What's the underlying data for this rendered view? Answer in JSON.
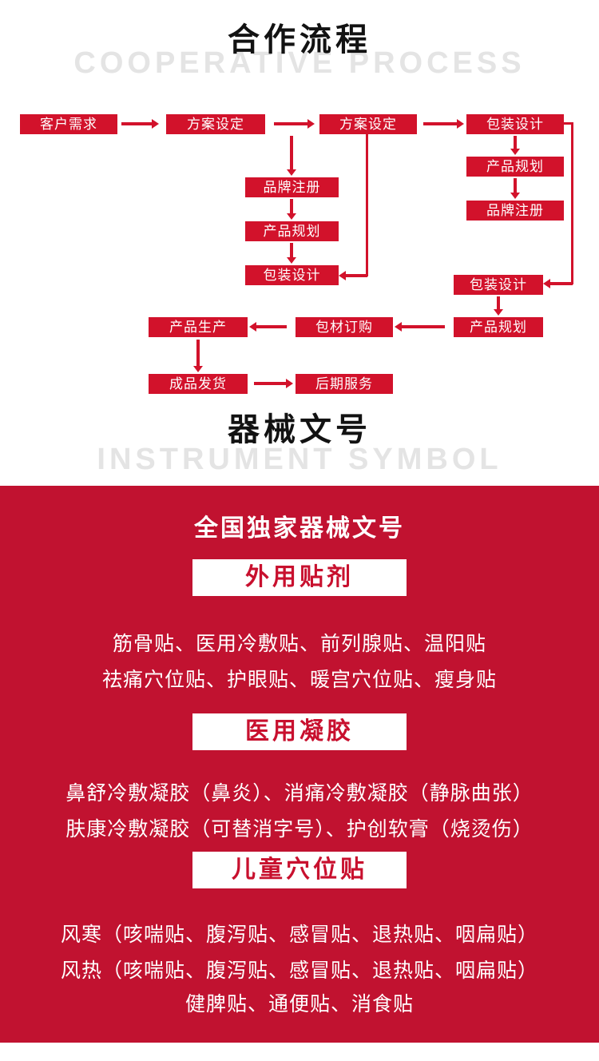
{
  "colors": {
    "flow_red": "#d2122b",
    "section_bg_red": "#c11230",
    "watermark_gray": "#e4e4e4"
  },
  "process": {
    "title": "合作流程",
    "watermark": "COOPERATIVE PROCESS",
    "boxes": [
      "客户需求",
      "方案设定",
      "方案设定",
      "包装设计",
      "品牌注册",
      "产品规划",
      "包装设计",
      "产品规划",
      "品牌注册",
      "包装设计",
      "产品规划",
      "产品生产",
      "包材订购",
      "成品发货",
      "后期服务"
    ]
  },
  "instrument": {
    "title": "器械文号",
    "watermark": "INSTRUMENT SYMBOL",
    "heading": "全国独家器械文号",
    "groups": [
      {
        "label": "外用贴剂",
        "lines": [
          "筋骨贴、医用冷敷贴、前列腺贴、温阳贴",
          "祛痛穴位贴、护眼贴、暖宫穴位贴、瘦身贴"
        ]
      },
      {
        "label": "医用凝胶",
        "lines": [
          "鼻舒冷敷凝胶（鼻炎）、消痛冷敷凝胶（静脉曲张）",
          "肤康冷敷凝胶（可替消字号）、护创软膏（烧烫伤）"
        ]
      },
      {
        "label": "儿童穴位贴",
        "lines": [
          "风寒（咳喘贴、腹泻贴、感冒贴、退热贴、咽扁贴）",
          "风热（咳喘贴、腹泻贴、感冒贴、退热贴、咽扁贴）",
          "健脾贴、通便贴、消食贴"
        ]
      }
    ]
  }
}
